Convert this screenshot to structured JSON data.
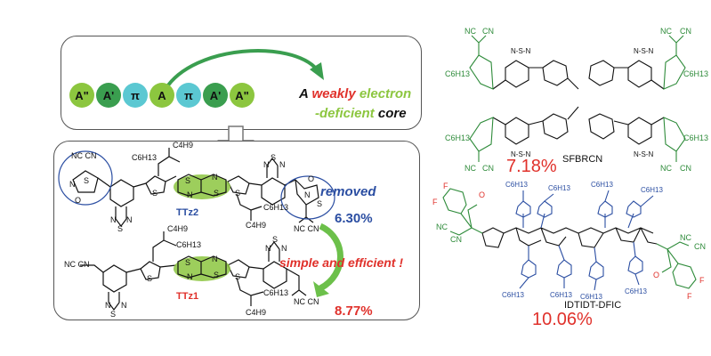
{
  "top_panel": {
    "units": [
      "A\"",
      "A'",
      "π",
      "A",
      "π",
      "A'",
      "A\""
    ],
    "unit_colors": [
      "#8cc63f",
      "#3a9e4f",
      "#5bc8d2",
      "#8cc63f",
      "#5bc8d2",
      "#3a9e4f",
      "#8cc63f"
    ],
    "caption_a": "A",
    "caption_weakly": "weakly",
    "caption_electron": "electron",
    "caption_deficient": "-deficient",
    "caption_core": "core"
  },
  "bottom_panel": {
    "substituent_c4h9": "C4H9",
    "substituent_c6h13": "C6H13",
    "heteroatoms": {
      "sulfur": "S",
      "nitrogen": "N",
      "oxygen": "O"
    },
    "cyano_label": "NC CN",
    "ttz2_label": "TTz2",
    "removed_label": "removed",
    "ttz2_efficiency": "6.30%",
    "arrow_caption": "simple and efficient !",
    "ttz1_label": "TTz1",
    "ttz1_efficiency": "8.77%"
  },
  "right_top": {
    "name": "SFBRCN",
    "efficiency": "7.18%",
    "substituent": "C6H13"
  },
  "right_bottom": {
    "name": "IDTIDT-DFIC",
    "efficiency": "10.06%",
    "substituent": "C6H13",
    "fluorine": "F"
  },
  "colors": {
    "green_core": "#8cc63f",
    "dark_green": "#3a9e4f",
    "cyan": "#5bc8d2",
    "red": "#e0312b",
    "blue": "#2b4ea2",
    "molecule_green": "#2e8b3a",
    "molecule_blue": "#2b4ea2"
  }
}
